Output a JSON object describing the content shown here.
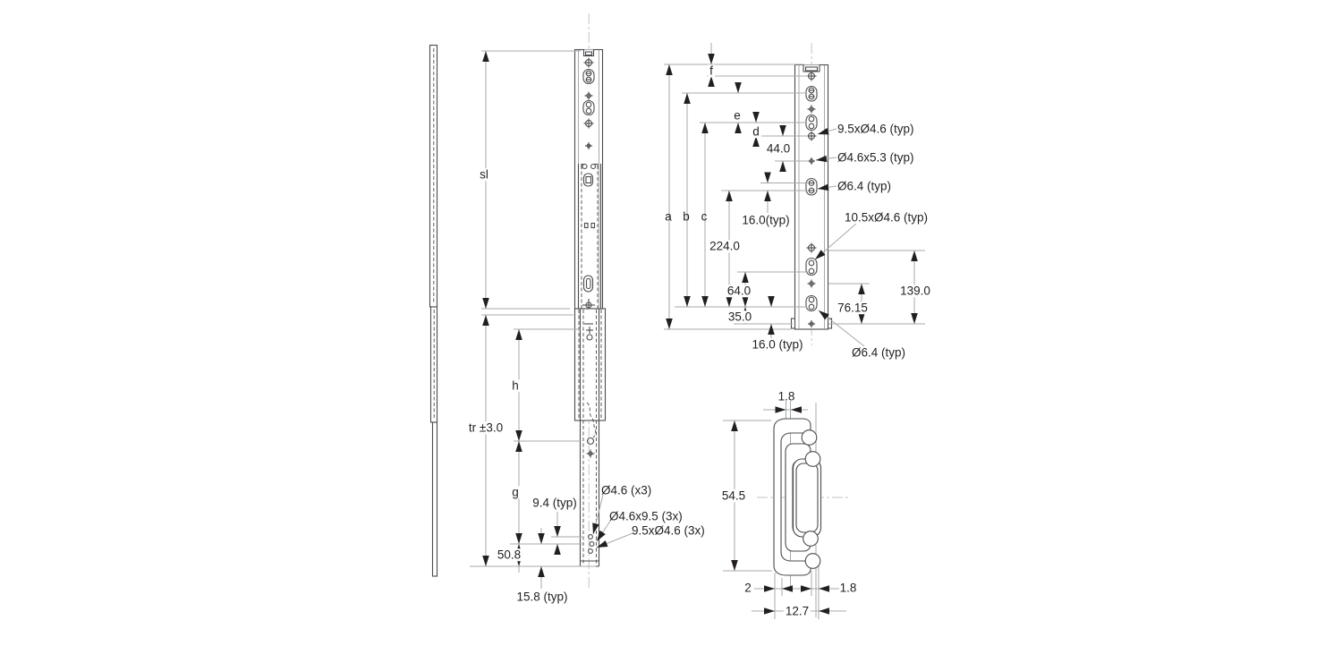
{
  "drawing": {
    "title": "Telescopic drawer slide technical drawing",
    "colors": {
      "line": "#4a4b4d",
      "dimension_line": "#a7a9ac",
      "centerline": "#c2c4c6",
      "text": "#231f20",
      "arrow": "#231f20",
      "background": "#ffffff"
    },
    "views": {
      "extended": {
        "labels": {
          "sl": "sl",
          "tr": "tr ±3.0",
          "h": "h",
          "g": "g",
          "pitch_9_4": "9.4 (typ)",
          "offset_50_8": "50.8",
          "pitch_15_8": "15.8 (typ)"
        },
        "callouts": {
          "hole_1": "Ø4.6 (x3)",
          "hole_2": "Ø4.6x9.5 (3x)",
          "hole_3": "9.5xØ4.6 (3x)"
        }
      },
      "mounting": {
        "labels": {
          "a": "a",
          "b": "b",
          "c": "c",
          "d": "d",
          "e": "e",
          "f": "f",
          "dim_44_0": "44.0",
          "dim_16_0_typ": "16.0(typ)",
          "dim_224_0": "224.0",
          "dim_64_0": "64.0",
          "dim_35_0": "35.0",
          "dim_16_0_typ_bottom": "16.0 (typ)",
          "dim_76_15": "76.15",
          "dim_139_0": "139.0"
        },
        "callouts": {
          "slot_1": "9.5xØ4.6 (typ)",
          "hole_2": "Ø4.6x5.3 (typ)",
          "slot_3": "Ø6.4 (typ)",
          "slot_4": "10.5xØ4.6 (typ)",
          "slot_5": "Ø6.4 (typ)"
        }
      },
      "section": {
        "labels": {
          "dim_1_8_top": "1.8",
          "dim_54_5": "54.5",
          "dim_2": "2",
          "dim_1_8_bottom": "1.8",
          "dim_12_7": "12.7"
        }
      }
    }
  }
}
